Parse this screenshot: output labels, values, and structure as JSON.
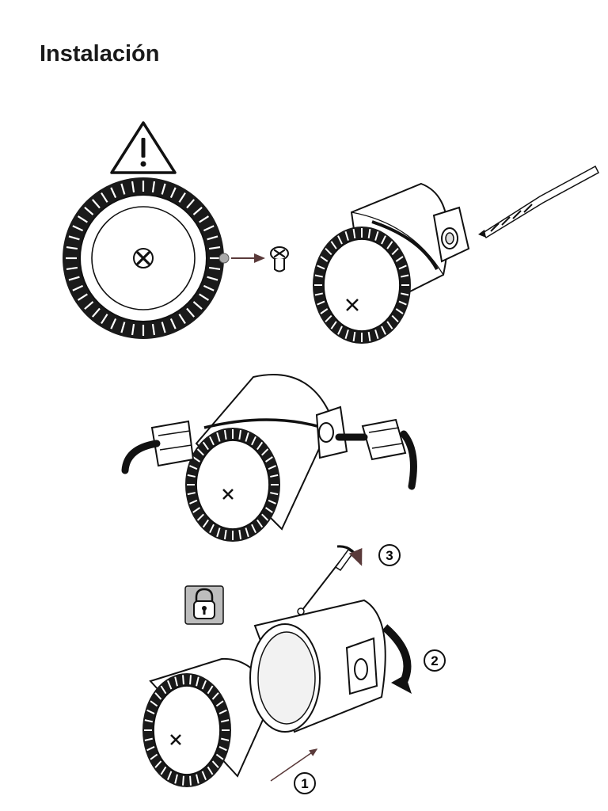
{
  "page": {
    "title": "Instalación"
  },
  "steps": [
    {
      "number": "1",
      "action": "push"
    },
    {
      "number": "2",
      "action": "rotate"
    },
    {
      "number": "3",
      "action": "tighten-screw"
    }
  ],
  "icons": [
    "warning-triangle-icon",
    "lock-icon"
  ],
  "colors": {
    "line": "#111111",
    "fill": "#ffffff",
    "shade": "#e6e6e6",
    "badge": "#bdbdbd",
    "arrow": "#5a3a3a"
  }
}
